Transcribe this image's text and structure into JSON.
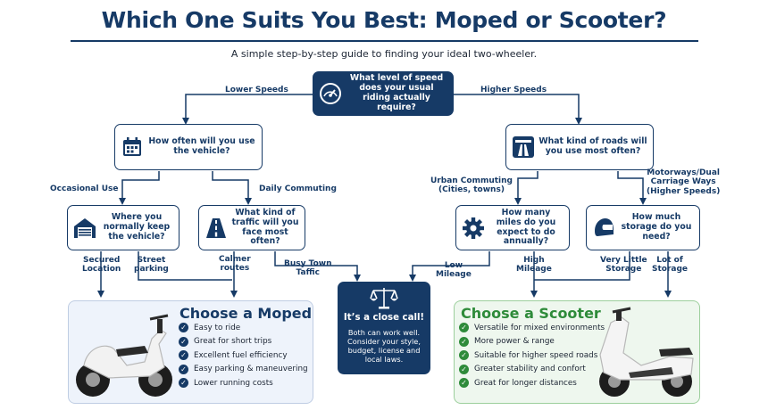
{
  "title": "Which One Suits You Best: Moped or Scooter?",
  "subtitle": "A simple step-by-step guide to finding your ideal two-wheeler.",
  "nodes": {
    "speed": "What level of speed does your usual riding actually require?",
    "use": "How often will you use the vehicle?",
    "roads": "What kind of roads will you use most often?",
    "keep": "Where you normally keep the vehicle?",
    "traffic": "What kind of traffic will you face most often?",
    "miles": "How many miles do you expect to do annually?",
    "storage": "How much storage do you need?"
  },
  "edge_labels": {
    "lower_speeds": "Lower Speeds",
    "higher_speeds": "Higher Speeds",
    "occasional": "Occasional Use",
    "daily": "Daily Commuting",
    "urban": "Urban Commuting\n(Cities, towns)",
    "motorways": "Motorways/Dual\nCarriage Ways\n(Higher Speeds)",
    "secured": "Secured\nLocation",
    "street": "Street\nparking",
    "calmer": "Calmer\nroutes",
    "busy": "Busy Town\nTaffic",
    "low_mileage": "Low\nMileage",
    "high_mileage": "High\nMileage",
    "very_little": "Very Little\nStorage",
    "lot_storage": "Lot of\nStorage"
  },
  "moped": {
    "title": "Choose a Moped",
    "benefits": [
      "Easy to ride",
      "Great for short trips",
      "Excellent fuel efficiency",
      "Easy parking & maneuvering",
      "Lower running costs"
    ]
  },
  "scooter": {
    "title": "Choose a Scooter",
    "benefits": [
      "Versatile for mixed environments",
      "More power & range",
      "Suitable for higher speed roads",
      "Greater stability and confort",
      "Great for longer distances"
    ]
  },
  "close_call": {
    "title": "It’s a close call!",
    "body": "Both can work well. Consider your style, budget, license and local laws."
  },
  "colors": {
    "navy": "#163a66",
    "moped_accent": "#163a66",
    "scooter_accent": "#2e8b3a",
    "moped_panel": "#eef3fb",
    "scooter_panel": "#eef7ee"
  },
  "icons": {
    "speed": "speedometer-icon",
    "use": "calendar-icon",
    "roads": "highway-icon",
    "keep": "garage-icon",
    "traffic": "road-icon",
    "miles": "gear-icon",
    "storage": "helmet-icon",
    "close_call": "scales-icon",
    "moped_image": "moped-illustration",
    "scooter_image": "scooter-illustration"
  }
}
